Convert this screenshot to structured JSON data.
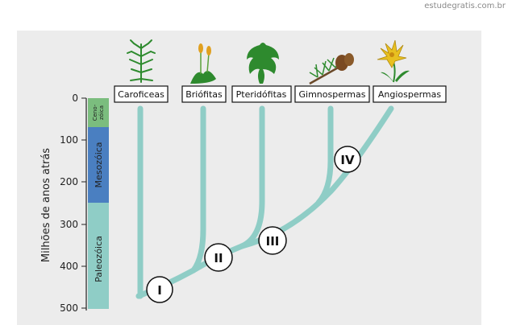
{
  "watermark": "estudegratis.com.br",
  "axis": {
    "label": "Milhões de anos atrás",
    "ticks": [
      "0",
      "100",
      "200",
      "300",
      "400",
      "500"
    ]
  },
  "eras": [
    "Ceno-zóica",
    "Mesozóica",
    "Paleozóica"
  ],
  "eras_lines": {
    "ceno_1": "Ceno-",
    "ceno_2": "zóica"
  },
  "groups": [
    "Caroficeas",
    "Briófitas",
    "Pteridófitas",
    "Gimnospermas",
    "Angiospermas"
  ],
  "markers": [
    "I",
    "II",
    "III",
    "IV"
  ],
  "colors": {
    "panel": "#ececec",
    "branch": "#8fcdc6",
    "cenozoic": "#7bbd7e",
    "mesozoic": "#4a7fc1",
    "paleozoic": "#8fcdc6",
    "plant": "#2e8a2e",
    "flower": "#e8c020"
  }
}
